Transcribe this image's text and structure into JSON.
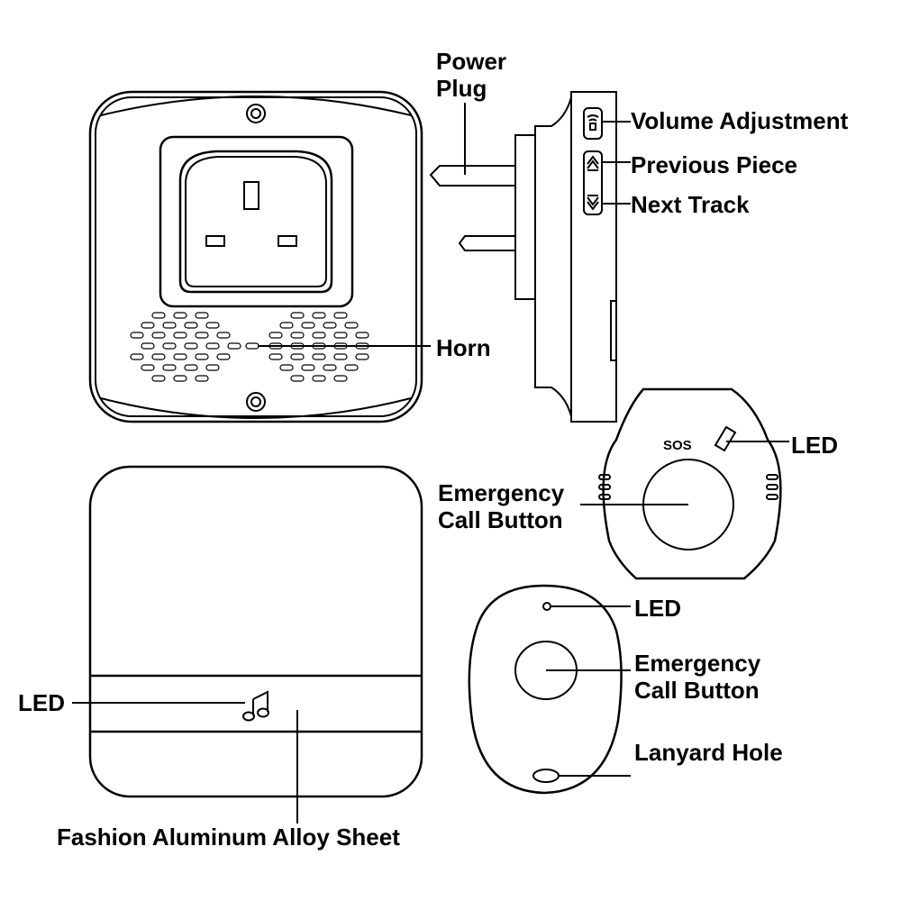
{
  "labels": {
    "power_plug_1": "Power",
    "power_plug_2": "Plug",
    "volume": "Volume Adjustment",
    "previous": "Previous Piece",
    "next": "Next Track",
    "horn": "Horn",
    "led_pendant": "LED",
    "emergency_1": "Emergency",
    "emergency_2": "Call Button",
    "led_fob": "LED",
    "emergency_fob_1": "Emergency",
    "emergency_fob_2": "Call Button",
    "lanyard": "Lanyard Hole",
    "led_panel": "LED",
    "sheet": "Fashion Aluminum Alloy Sheet"
  },
  "pendant_text": "SOS",
  "icons": [
    "screw-icon",
    "socket-icon",
    "speaker-grille-icon",
    "volume-icon",
    "up-arrow-icon",
    "down-arrow-icon",
    "music-note-icon"
  ]
}
